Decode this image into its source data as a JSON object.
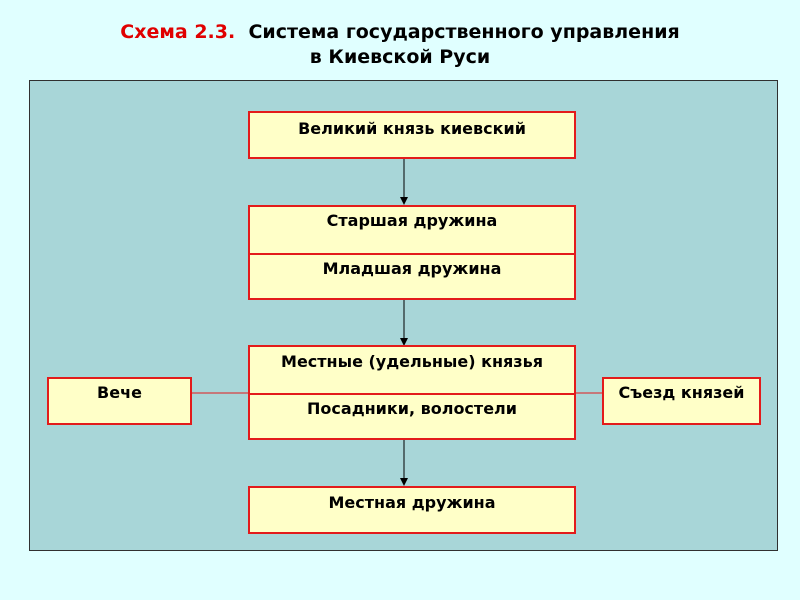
{
  "title": {
    "prefix": "Схема 2.3.",
    "line1": "Система государственного управления",
    "line2": "в Киевской Руси"
  },
  "nodes": {
    "grand_prince": "Великий князь киевский",
    "senior_retinue": "Старшая дружина",
    "junior_retinue": "Младшая дружина",
    "local_princes": "Местные (удельные) князья",
    "governors": "Посадники, волостели",
    "local_retinue": "Местная дружина",
    "veche": "Вече",
    "princes_congress": "Съезд князей"
  },
  "colors": {
    "background": "#e0ffff",
    "panel": "#a8d6d8",
    "box_fill": "#ffffc8",
    "box_border": "#e31b1b",
    "title_accent": "#e00000"
  }
}
